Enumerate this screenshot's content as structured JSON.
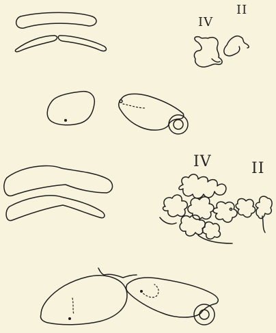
{
  "labels": {
    "top_left_roman": "IV",
    "top_right_roman": "II",
    "mid_left_roman": "IV",
    "mid_right_roman": "II"
  },
  "colors": {
    "paper": "#f8f3dd",
    "ink": "#1d1d1d"
  }
}
